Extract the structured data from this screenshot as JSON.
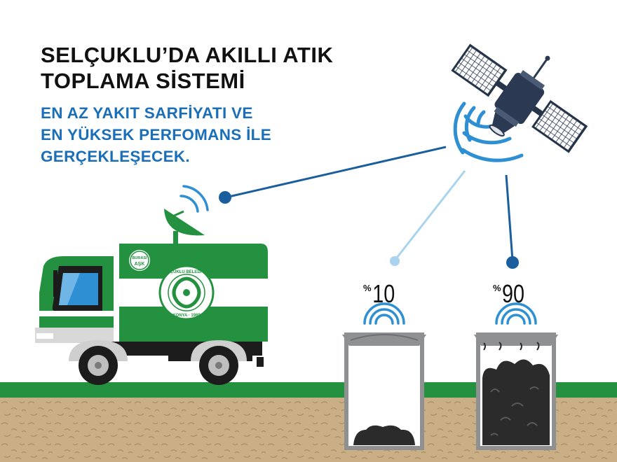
{
  "headline": {
    "line1": "SELÇUKLU’DA AKILLI ATIK",
    "line2": "TOPLAMA SİSTEMİ"
  },
  "subheadline": {
    "line1": "EN AZ YAKIT SARFİYATI VE",
    "line2": "EN YÜKSEK PERFOMANS İLE",
    "line3": "GERÇEKLEŞECEK."
  },
  "bins": [
    {
      "percent_sign": "%",
      "value": "10",
      "fill_level": 0.1
    },
    {
      "percent_sign": "%",
      "value": "90",
      "fill_level": 0.9
    }
  ],
  "truck": {
    "badge_text_top": "BURASI",
    "badge_text_bottom": "AŞK",
    "seal_text_top": "SELÇUKLU BELEDİYESİ",
    "seal_text_bottom": "KONYA · 1989"
  },
  "colors": {
    "brand_green": "#23913f",
    "link_blue": "#1b5e9e",
    "light_blue": "#a9d3ee",
    "signal_blue": "#2f8fd3",
    "soil": "#c8ad84",
    "bin_gray": "#8f9092",
    "garbage": "#2b2b2b"
  }
}
